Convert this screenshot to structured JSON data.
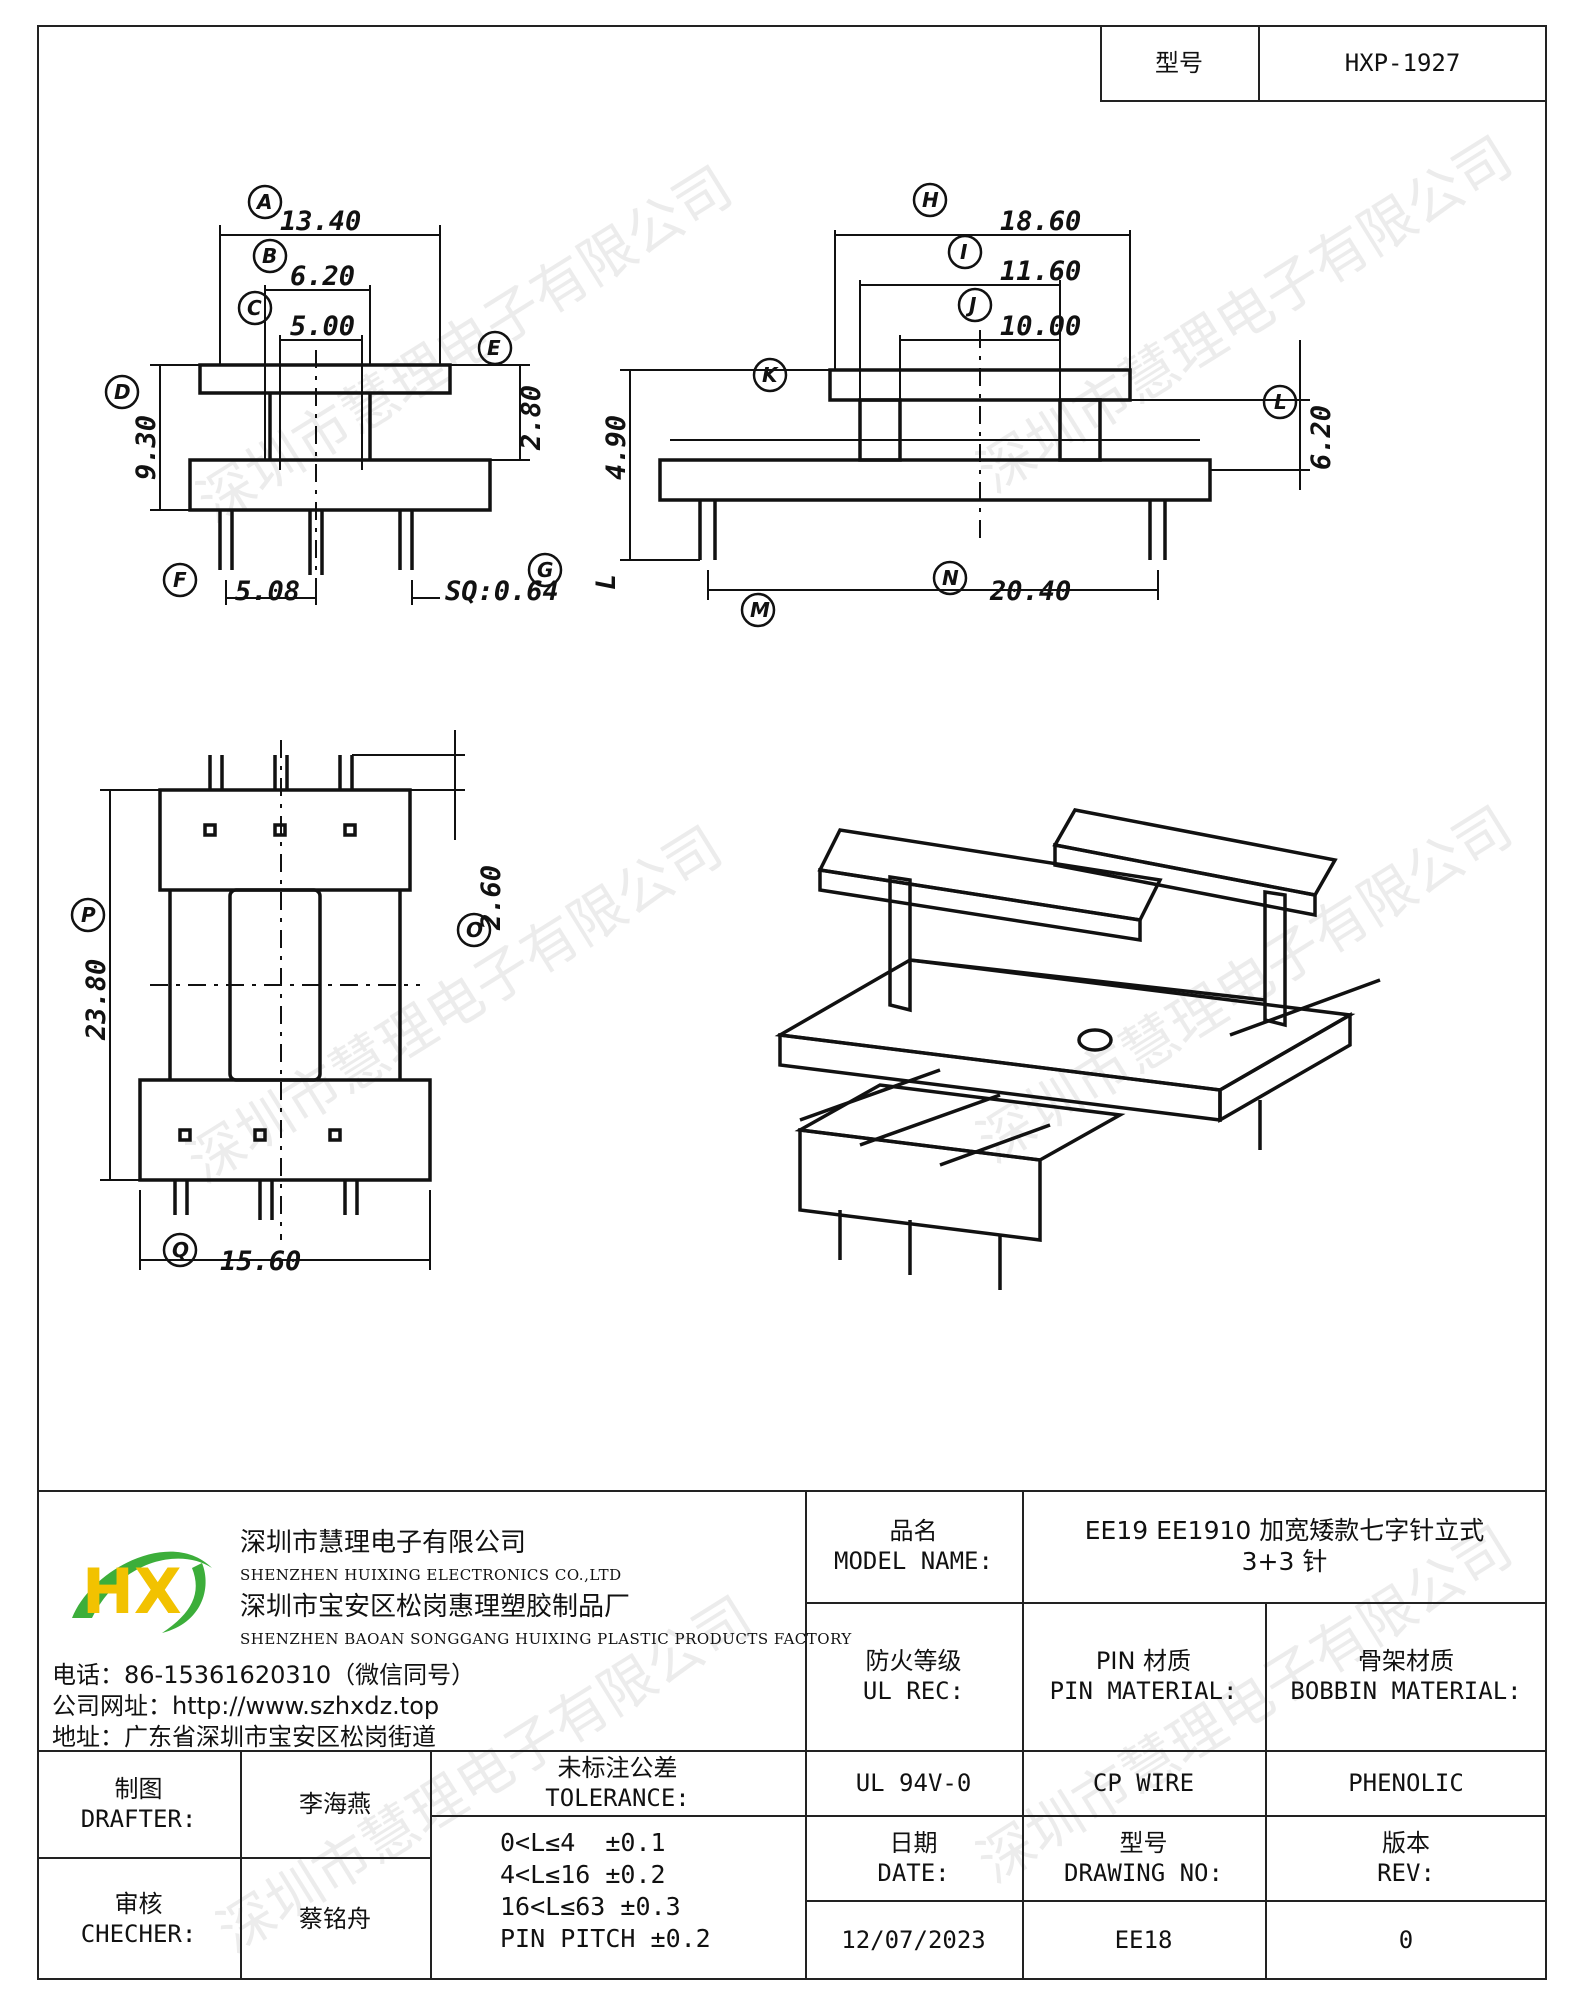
{
  "header": {
    "model_label": "型号",
    "model_value": "HXP-1927"
  },
  "drawing": {
    "dims": {
      "A": "13.40",
      "B": "6.20",
      "C": "5.00",
      "D": "9.30",
      "E": "2.80",
      "F": "5.08",
      "G": "SQ:0.64",
      "H": "18.60",
      "I": "11.60",
      "J": "10.00",
      "K": "4.90",
      "L": "6.20",
      "M": "L",
      "N": "20.40",
      "O": "2.60",
      "P": "23.80",
      "Q": "15.60"
    }
  },
  "watermark": "深圳市慧理电子有限公司",
  "company": {
    "name_cn": "深圳市慧理电子有限公司",
    "name_en": "SHENZHEN HUIXING ELECTRONICS CO.,LTD",
    "factory_cn": "深圳市宝安区松岗惠理塑胶制品厂",
    "factory_en": "SHENZHEN BAOAN SONGGANG HUIXING PLASTIC PRODUCTS FACTORY",
    "phone": "电话：86-15361620310（微信同号）",
    "website": "公司网址：http://www.szhxdz.top",
    "address": "地址：广东省深圳市宝安区松岗街道",
    "logo_letters": "HX"
  },
  "model_name": {
    "label_cn": "品名",
    "label_en": "MODEL NAME:",
    "value_line1": "EE19 EE1910 加宽矮款七字针立式",
    "value_line2": "3+3 针"
  },
  "ul": {
    "label_cn": "防火等级",
    "label_en": "UL REC:",
    "value": "UL 94V-0"
  },
  "pin_material": {
    "label_cn": "PIN 材质",
    "label_en": "PIN MATERIAL:",
    "value": "CP WIRE"
  },
  "bobbin_material": {
    "label_cn": "骨架材质",
    "label_en": "BOBBIN MATERIAL:",
    "value": "PHENOLIC"
  },
  "drafter": {
    "label_cn": "制图",
    "label_en": "DRAFTER:",
    "value": "李海燕"
  },
  "checker": {
    "label_cn": "审核",
    "label_en": "CHECHER:",
    "value": "蔡铭舟"
  },
  "tolerance": {
    "label_cn": "未标注公差",
    "label_en": "TOLERANCE:",
    "lines": [
      "0<L≤4  ±0.1",
      "4<L≤16 ±0.2",
      "16<L≤63 ±0.3",
      "PIN PITCH ±0.2"
    ]
  },
  "date": {
    "label_cn": "日期",
    "label_en": "DATE:",
    "value": "12/07/2023"
  },
  "drawing_no": {
    "label_cn": "型号",
    "label_en": "DRAWING NO:",
    "value": "EE18"
  },
  "rev": {
    "label_cn": "版本",
    "label_en": "REV:",
    "value": "0"
  }
}
